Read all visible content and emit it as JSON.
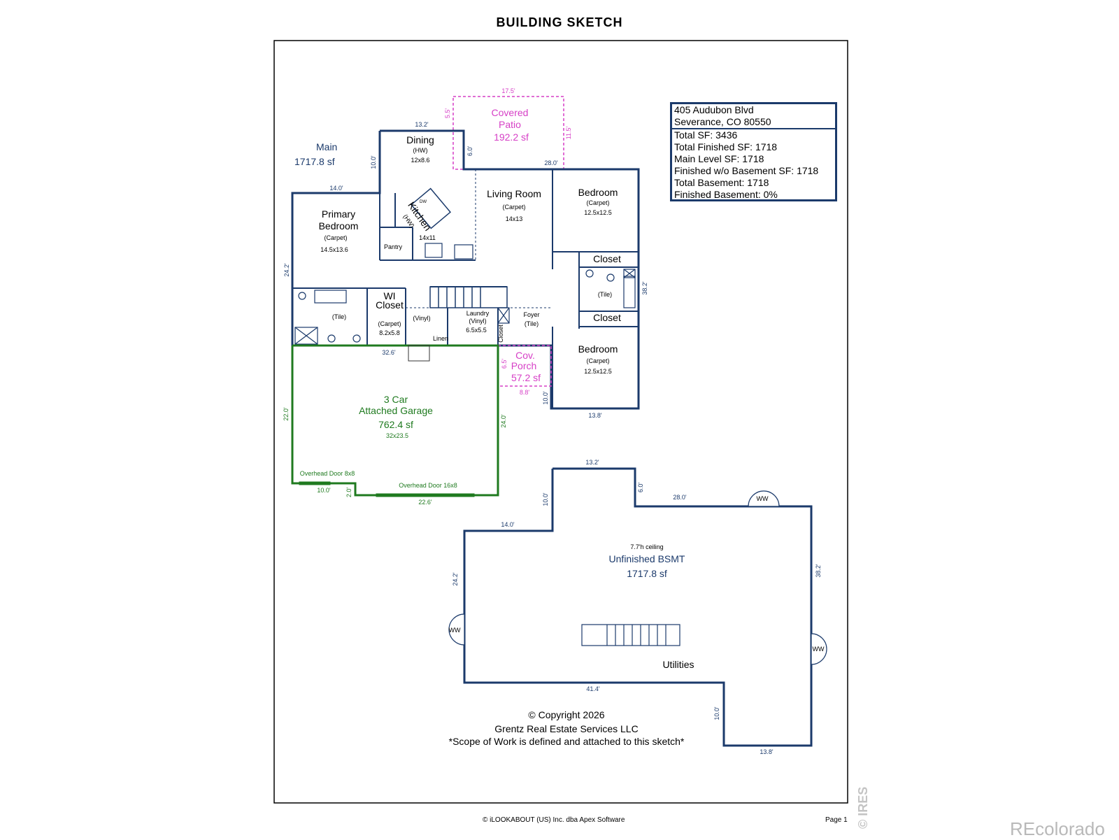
{
  "header": {
    "title": "BUILDING SKETCH"
  },
  "info": {
    "address_line1": "405 Audubon Blvd",
    "address_line2": "Severance, CO 80550",
    "total_sf": "Total SF: 3436",
    "total_finished": "Total Finished SF: 1718",
    "main_level": "Main Level SF: 1718",
    "finished_wo_basement": "Finished w/o Basement SF: 1718",
    "total_basement": "Total Basement: 1718",
    "finished_basement": "Finished Basement: 0%"
  },
  "main_level": {
    "label": "Main",
    "area": "1717.8 sf",
    "rooms": {
      "dining": {
        "name": "Dining",
        "floor": "(HW)",
        "size": "12x8.6"
      },
      "kitchen": {
        "name": "Kitchen",
        "floor": "(HW)",
        "size": "14x11"
      },
      "living": {
        "name": "Living Room",
        "floor": "(Carpet)",
        "size": "14x13"
      },
      "bedroom1": {
        "name": "Bedroom",
        "floor": "(Carpet)",
        "size": "12.5x12.5"
      },
      "bedroom2": {
        "name": "Bedroom",
        "floor": "(Carpet)",
        "size": "12.5x12.5"
      },
      "primary": {
        "name1": "Primary",
        "name2": "Bedroom",
        "floor": "(Carpet)",
        "size": "14.5x13.6"
      },
      "pantry": "Pantry",
      "wi_closet": {
        "name1": "WI",
        "name2": "Closet",
        "floor": "(Carpet)",
        "size": "8.2x5.8"
      },
      "bath_tile": "(Tile)",
      "hall_vinyl": "(Vinyl)",
      "linen": "Linen",
      "laundry": {
        "name": "Laundry",
        "floor": "(Vinyl)",
        "size": "6.5x5.5"
      },
      "foyer": {
        "name": "Foyer",
        "floor": "(Tile)"
      },
      "closet_small": "Closet",
      "closet_top": "Closet",
      "closet_bottom": "Closet",
      "bath2_tile": "(Tile)",
      "dw": "DW"
    },
    "covered_patio": {
      "name1": "Covered",
      "name2": "Patio",
      "area": "192.2 sf"
    },
    "cov_porch": {
      "name1": "Cov.",
      "name2": "Porch",
      "area": "57.2 sf"
    },
    "garage": {
      "name1": "3 Car",
      "name2": "Attached Garage",
      "area": "762.4 sf",
      "size": "32x23.5",
      "door1": "Overhead Door 8x8",
      "door2": "Overhead Door 16x8"
    },
    "dims": {
      "patio_top": "17.5'",
      "patio_left": "5.5'",
      "patio_right": "11.5'",
      "dining_top": "13.2'",
      "dining_left": "10.0'",
      "dining_inner": "6.0'",
      "living_top": "28.0'",
      "primary_top": "14.0'",
      "left_side": "24.2'",
      "right_side": "38.2'",
      "garage_top": "32.6'",
      "porch_left": "6.5'",
      "porch_bottom": "8.8'",
      "bed_left": "10.0'",
      "bed_bottom": "13.8'",
      "garage_left": "22.0'",
      "garage_right": "24.0'",
      "garage_b1": "10.0'",
      "garage_b2": "2.0'",
      "garage_b3": "22.6'"
    }
  },
  "basement": {
    "ceiling": "7.7'h ceiling",
    "name": "Unfinished BSMT",
    "area": "1717.8 sf",
    "utilities": "Utilities",
    "ww": "WW",
    "dims": {
      "top": "13.2'",
      "top_left": "10.0'",
      "top_right": "6.0'",
      "upper_right": "28.0'",
      "left_step": "14.0'",
      "left": "24.2'",
      "right": "38.2'",
      "bottom": "41.4'",
      "bottom_step": "10.0'",
      "bottom_right": "13.8'"
    }
  },
  "copyright": {
    "line1": "© Copyright 2026",
    "line2": "Grentz Real Estate Services LLC",
    "line3": "*Scope of Work is defined and attached to this sketch*"
  },
  "footer": {
    "left": "© iLOOKABOUT (US) Inc. dba Apex Software",
    "page": "Page 1",
    "brand": "REcolorado",
    "watermark": "© IRES"
  },
  "colors": {
    "navy": "#1b3a6b",
    "green": "#1f7a1f",
    "magenta": "#d63fc6"
  }
}
